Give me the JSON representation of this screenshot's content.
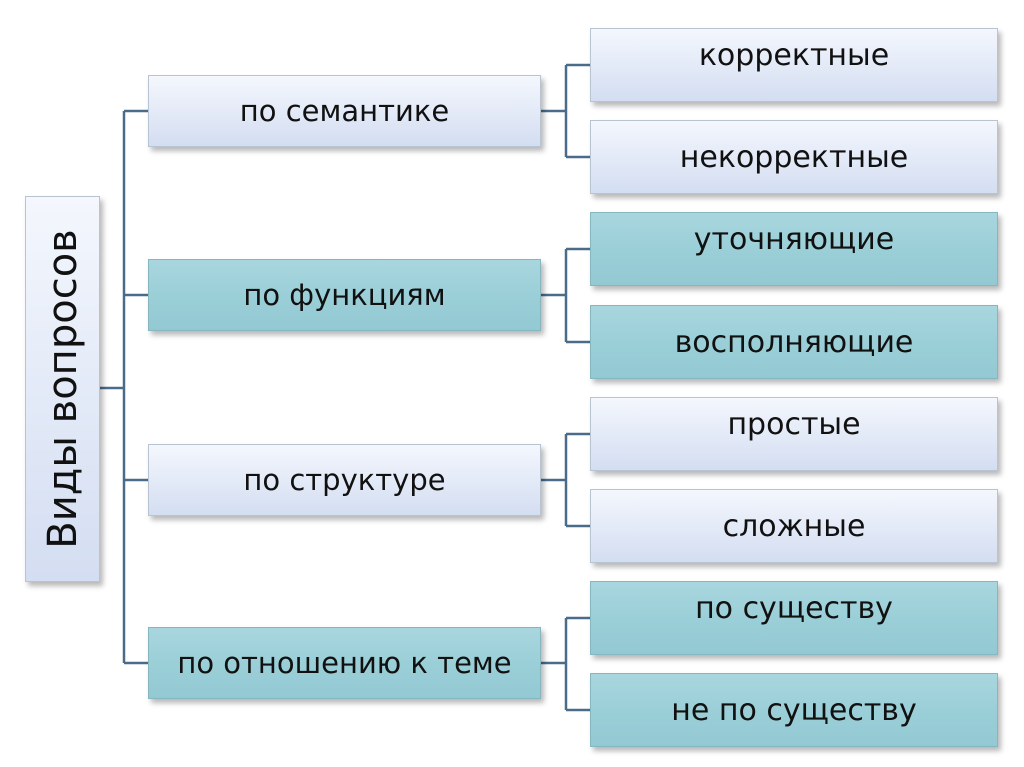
{
  "diagram": {
    "root": {
      "label": "Виды вопросов"
    },
    "categories": [
      {
        "label": "по семантике",
        "children": [
          "корректные",
          "некорректные"
        ]
      },
      {
        "label": "по функциям",
        "children": [
          "уточняющие",
          "восполняющие"
        ]
      },
      {
        "label": "по структуре",
        "children": [
          "простые",
          "сложные"
        ]
      },
      {
        "label": "по отношению к теме",
        "children": [
          "по существу",
          "не по существу"
        ]
      }
    ]
  },
  "colors": {
    "connector": "#4a6b8a",
    "blue_box": "#dde6f5",
    "teal_box": "#9bcfd8"
  }
}
